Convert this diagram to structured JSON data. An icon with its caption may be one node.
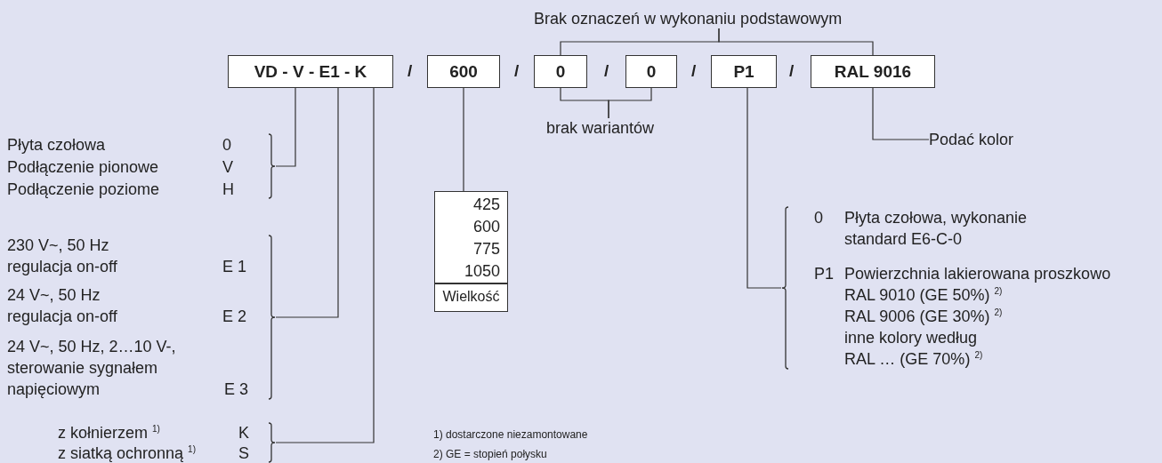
{
  "diagram": {
    "nodes": [
      {
        "text": [
          "VD - V - E1 - K"
        ]
      },
      {
        "text": [
          "600"
        ]
      },
      {
        "text": [
          "0"
        ]
      },
      {
        "text": [
          "0"
        ]
      },
      {
        "text": [
          "P1"
        ]
      },
      {
        "text": [
          "RAL 9016"
        ]
      },
      {
        "text": [
          "Brak oznaczeń w wykonaniu podstawowym"
        ]
      },
      {
        "text": [
          "brak wariantów"
        ]
      },
      {
        "text": [
          "Podać kolor"
        ]
      },
      {
        "text": [
          "Płyta czołowa",
          "0",
          "Podłączenie pionowe",
          "V",
          "Podłączenie poziome",
          "H"
        ]
      },
      {
        "text": [
          "230 V~, 50 Hz regulacja on-off",
          "E 1",
          "24 V~, 50 Hz regulacja on-off",
          "E 2",
          "24 V~, 50 Hz, 2…10 V-, sterowanie sygnałem napięciowym",
          "E 3"
        ]
      },
      {
        "text": [
          "z kołnierzem $^{1)}$",
          "K",
          "z siatką ochronną $^{1)}$",
          "S"
        ]
      },
      {
        "text": [
          "425 600 775 1050",
          "Wielkość"
        ]
      },
      {
        "text": [
          "0",
          "Płyta czołowa, wykonanie standard E6-C-0",
          "P1",
          "Powierzchnia lakierowana proszkowo",
          "RAL 9010 (GE 50%) $^{2)}$",
          "RAL 9006 (GE 30%) $^{2)}$",
          "inne kolory według RAL … (GE 70%) $^{2)}$"
        ]
      }
    ],
    "edges": [
      {
        "from": 0,
        "to": 9,
        "arrow": "none"
      },
      {
        "from": 0,
        "to": 10,
        "arrow": "none"
      },
      {
        "from": 0,
        "to": 11,
        "arrow": "none"
      },
      {
        "from": 1,
        "to": 12,
        "arrow": "none"
      },
      {
        "from": 4,
        "to": 13,
        "arrow": "none"
      },
      {
        "from": 5,
        "to": 8,
        "arrow": "none"
      },
      {
        "from": 6,
        "to": 2,
        "arrow": "none"
      },
      {
        "from": 6,
        "to": 5,
        "arrow": "none"
      },
      {
        "from": 7,
        "to": 2,
        "arrow": "none"
      },
      {
        "from": 7,
        "to": 3,
        "arrow": "none"
      }
    ],
    "labels": [
      "/",
      "/",
      "/",
      "/",
      "/",
      "1) dostarczone niezamontowane",
      "2) GE = stopień połysku"
    ]
  }
}
